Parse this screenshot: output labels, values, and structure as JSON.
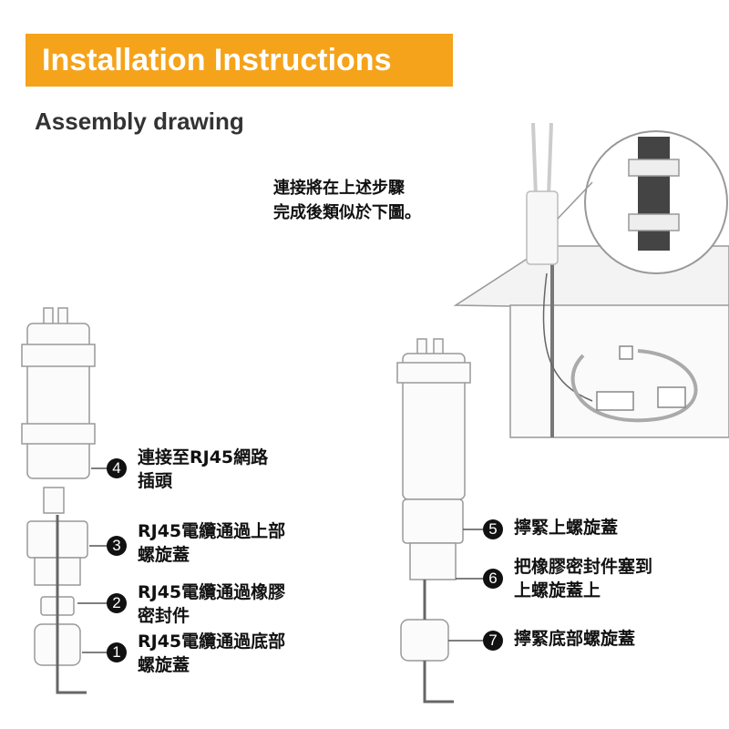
{
  "header": {
    "title": "Installation Instructions",
    "subtitle": "Assembly drawing"
  },
  "note": {
    "line1": "連接將在上述步驟",
    "line2": "完成後類似於下圖。"
  },
  "steps_left": [
    {
      "num": "4",
      "text": "連接至RJ45網路\n插頭"
    },
    {
      "num": "3",
      "text": "RJ45電纜通過上部\n螺旋蓋"
    },
    {
      "num": "2",
      "text": "RJ45電纜通過橡膠\n密封件"
    },
    {
      "num": "1",
      "text": "RJ45電纜通過底部\n螺旋蓋"
    }
  ],
  "steps_right": [
    {
      "num": "5",
      "text": "擰緊上螺旋蓋"
    },
    {
      "num": "6",
      "text": "把橡膠密封件塞到\n上螺旋蓋上"
    },
    {
      "num": "7",
      "text": "擰緊底部螺旋蓋"
    }
  ],
  "colors": {
    "banner": "#f5a31a"
  }
}
